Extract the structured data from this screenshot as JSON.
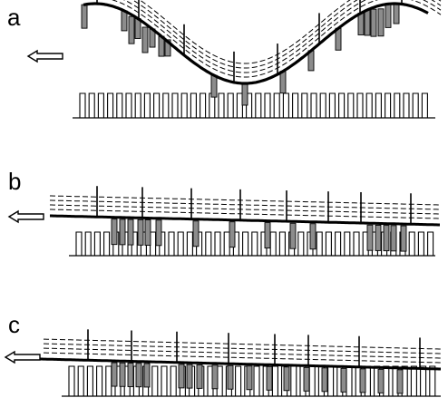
{
  "panels": [
    {
      "label": "a",
      "wave": "sinusoidal",
      "direction": "left"
    },
    {
      "label": "b",
      "wave": "flat",
      "direction": "left"
    },
    {
      "label": "c",
      "wave": "flat",
      "direction": "left"
    }
  ],
  "colors": {
    "ink": "#000000",
    "block_fill": "#8c8c8c",
    "background": "#ffffff"
  },
  "icons": {
    "direction_arrow": "left-arrow-icon"
  }
}
